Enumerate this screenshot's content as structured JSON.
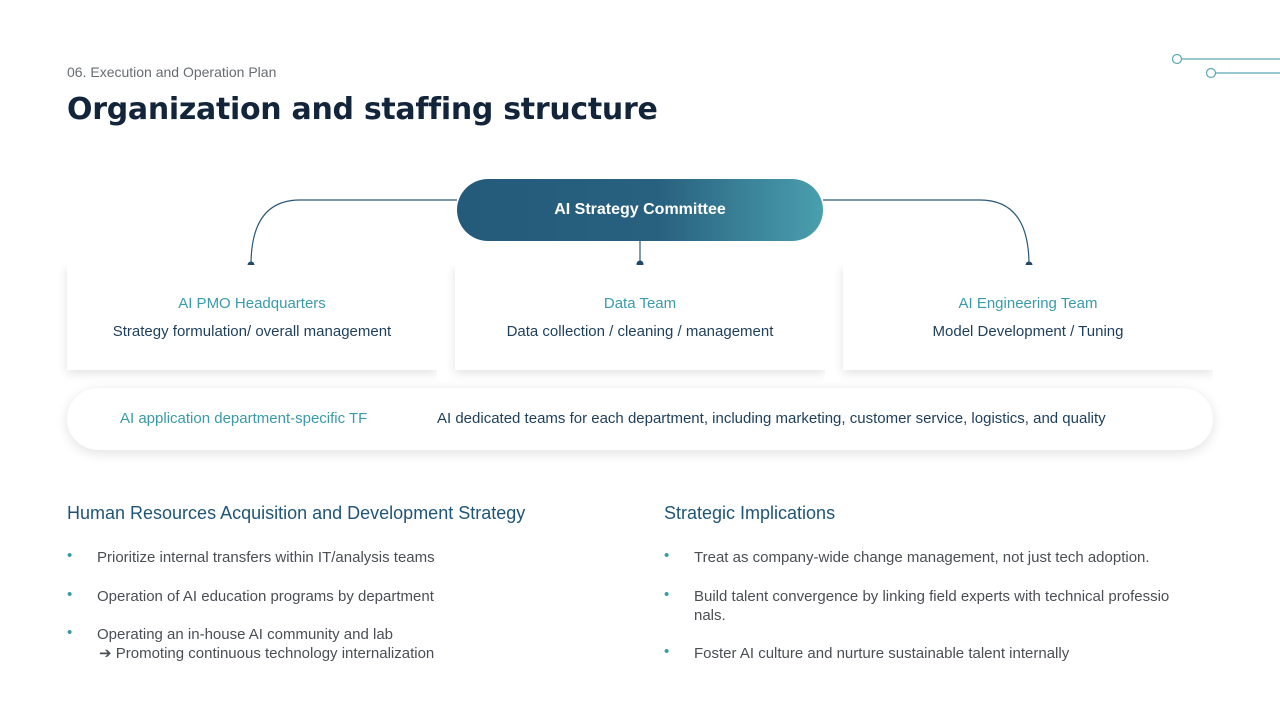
{
  "header": {
    "section_label": "06. Execution and Operation Plan",
    "title": "Organization and staffing structure"
  },
  "committee": {
    "label": "AI Strategy Committee"
  },
  "teams": [
    {
      "name": "AI PMO Headquarters",
      "role": "Strategy formulation/ overall management"
    },
    {
      "name": "Data Team",
      "role": "Data collection / cleaning / management"
    },
    {
      "name": "AI Engineering Team",
      "role": "Model Development / Tuning"
    }
  ],
  "tf": {
    "name": "AI application department-specific TF",
    "description": "AI dedicated teams for each department, including marketing, customer service, logistics, and quality"
  },
  "hr_strategy": {
    "heading": "Human Resources Acquisition and Development Strategy",
    "items": [
      "Prioritize internal transfers within IT/analysis teams",
      "Operation of AI education programs by department",
      "Operating an in-house AI community and lab",
      "➔ Promoting continuous technology internalization"
    ]
  },
  "implications": {
    "heading": "Strategic Implications",
    "items": [
      "Treat as company-wide change management, not just tech adoption.",
      "Build talent convergence by linking field experts with technical professio",
      "nals.",
      "Foster AI culture and nurture sustainable talent internally"
    ]
  },
  "bullet_char": "•",
  "colors": {
    "title": "#13253a",
    "accent_teal": "#3a9aa9",
    "navy": "#1f5577",
    "connector": "#2a5a7a"
  }
}
